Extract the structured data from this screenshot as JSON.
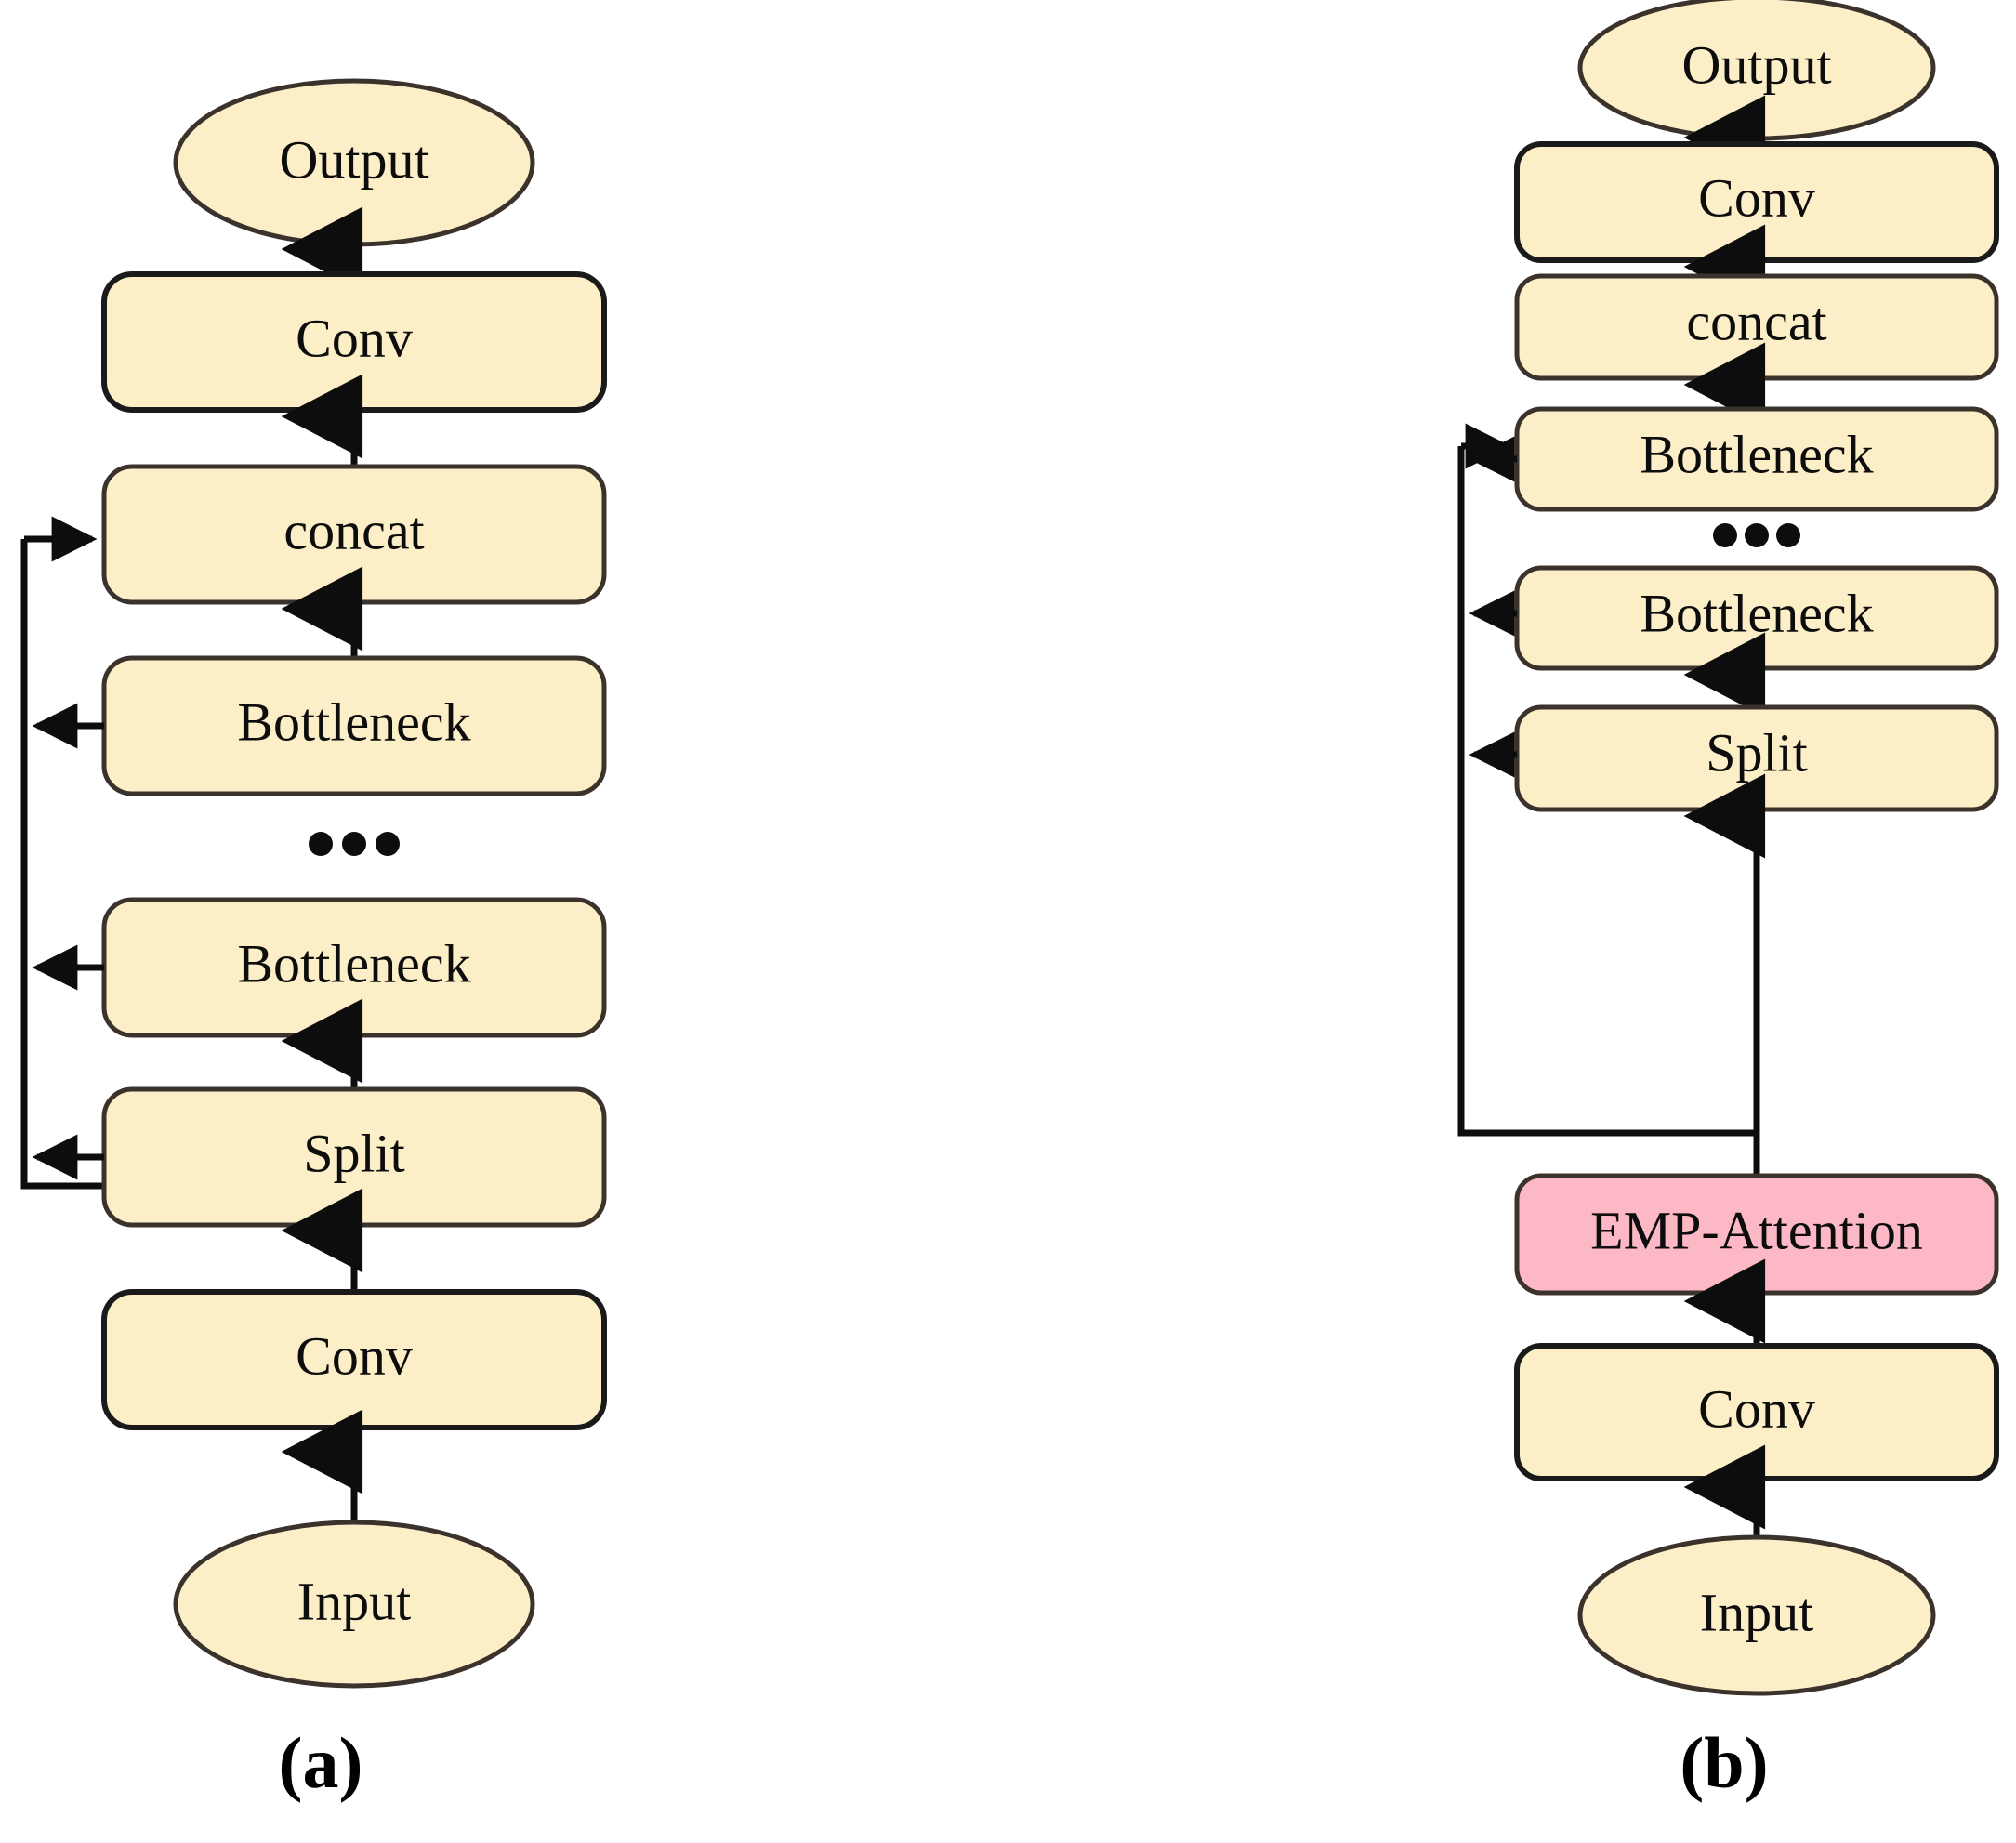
{
  "figure": {
    "title": "Network architecture comparison diagram",
    "background_color": "#ffffff",
    "colors": {
      "node_fill_yellow": "#FCEFC7",
      "node_fill_pink": "#FCB8C4",
      "node_stroke": "#3a322b",
      "line_color": "#0d0d0d",
      "text_color": "#0d0d0d"
    }
  },
  "panels": [
    {
      "id": "panel-a",
      "caption": "(a)",
      "nodes": [
        {
          "id": "a-output",
          "label": "Output",
          "shape": "ellipse",
          "fill": "#FCEFC7"
        },
        {
          "id": "a-conv-top",
          "label": "Conv",
          "shape": "rounded-rect",
          "fill": "#FCEFC7"
        },
        {
          "id": "a-concat",
          "label": "concat",
          "shape": "rounded-rect",
          "fill": "#FCEFC7"
        },
        {
          "id": "a-bottleneck-1",
          "label": "Bottleneck",
          "shape": "rounded-rect",
          "fill": "#FCEFC7"
        },
        {
          "id": "a-ellipsis",
          "label": "• • •",
          "shape": "ellipsis",
          "fill": "none"
        },
        {
          "id": "a-bottleneck-2",
          "label": "Bottleneck",
          "shape": "rounded-rect",
          "fill": "#FCEFC7"
        },
        {
          "id": "a-split",
          "label": "Split",
          "shape": "rounded-rect",
          "fill": "#FCEFC7"
        },
        {
          "id": "a-conv-bottom",
          "label": "Conv",
          "shape": "rounded-rect",
          "fill": "#FCEFC7"
        },
        {
          "id": "a-input",
          "label": "Input",
          "shape": "ellipse",
          "fill": "#FCEFC7"
        }
      ],
      "edges": [
        {
          "from": "a-conv-bottom",
          "to": "a-output",
          "type": "none"
        },
        {
          "from": "a-input",
          "to": "a-conv-bottom",
          "type": "arrow-up"
        },
        {
          "from": "a-conv-bottom",
          "to": "a-split",
          "type": "arrow-up"
        },
        {
          "from": "a-split",
          "to": "a-bottleneck-2",
          "type": "arrow-up"
        },
        {
          "from": "a-bottleneck-1",
          "to": "a-concat",
          "type": "arrow-up"
        },
        {
          "from": "a-concat",
          "to": "a-conv-top",
          "type": "arrow-up"
        },
        {
          "from": "a-conv-top",
          "to": "a-output",
          "type": "arrow-up"
        },
        {
          "from": "a-split",
          "to": "skip-bus",
          "type": "arrow-left"
        },
        {
          "from": "a-bottleneck-2",
          "to": "skip-bus",
          "type": "arrow-left"
        },
        {
          "from": "a-bottleneck-1",
          "to": "skip-bus",
          "type": "arrow-left"
        },
        {
          "from": "skip-bus",
          "to": "a-concat",
          "type": "arrow-right"
        }
      ]
    },
    {
      "id": "panel-b",
      "caption": "(b)",
      "nodes": [
        {
          "id": "b-output",
          "label": "Output",
          "shape": "ellipse",
          "fill": "#FCEFC7"
        },
        {
          "id": "b-conv-top",
          "label": "Conv",
          "shape": "rounded-rect",
          "fill": "#FCEFC7"
        },
        {
          "id": "b-concat",
          "label": "concat",
          "shape": "rounded-rect",
          "fill": "#FCEFC7"
        },
        {
          "id": "b-bottleneck-1",
          "label": "Bottleneck",
          "shape": "rounded-rect",
          "fill": "#FCEFC7"
        },
        {
          "id": "b-ellipsis",
          "label": "• • •",
          "shape": "ellipsis",
          "fill": "none"
        },
        {
          "id": "b-bottleneck-2",
          "label": "Bottleneck",
          "shape": "rounded-rect",
          "fill": "#FCEFC7"
        },
        {
          "id": "b-split",
          "label": "Split",
          "shape": "rounded-rect",
          "fill": "#FCEFC7"
        },
        {
          "id": "b-emp",
          "label": "EMP-Attention",
          "shape": "rounded-rect",
          "fill": "#FCB8C4"
        },
        {
          "id": "b-conv-bottom",
          "label": "Conv",
          "shape": "rounded-rect",
          "fill": "#FCEFC7"
        },
        {
          "id": "b-input",
          "label": "Input",
          "shape": "ellipse",
          "fill": "#FCEFC7"
        }
      ],
      "edges": [
        {
          "from": "b-input",
          "to": "b-conv-bottom",
          "type": "arrow-up"
        },
        {
          "from": "b-conv-bottom",
          "to": "b-emp",
          "type": "arrow-up"
        },
        {
          "from": "b-emp",
          "to": "b-split",
          "type": "arrow-up"
        },
        {
          "from": "b-split",
          "to": "b-bottleneck-2",
          "type": "arrow-up"
        },
        {
          "from": "b-bottleneck-1",
          "to": "b-concat",
          "type": "arrow-up"
        },
        {
          "from": "b-concat",
          "to": "b-conv-top",
          "type": "arrow-up"
        },
        {
          "from": "b-conv-top",
          "to": "b-output",
          "type": "arrow-up"
        },
        {
          "from": "b-split",
          "to": "skip-bus",
          "type": "arrow-left"
        },
        {
          "from": "b-bottleneck-2",
          "to": "skip-bus",
          "type": "arrow-left"
        },
        {
          "from": "b-bottleneck-1",
          "to": "skip-bus",
          "type": "arrow-left"
        },
        {
          "from": "skip-bus",
          "to": "b-concat",
          "type": "arrow-right"
        }
      ]
    }
  ],
  "labels": {
    "output": "Output",
    "input": "Input",
    "conv": "Conv",
    "concat": "concat",
    "bottleneck": "Bottleneck",
    "split": "Split",
    "emp_attention": "EMP-Attention",
    "ellipsis": "• • •",
    "caption_a": "(a)",
    "caption_b": "(b)"
  }
}
